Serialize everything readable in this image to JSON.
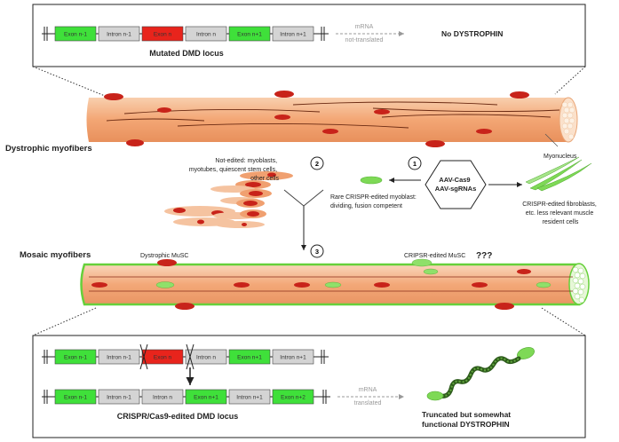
{
  "top_box": {
    "exons": [
      "Exon n-1",
      "Intron n-1",
      "Exon n",
      "Intron n",
      "Exon n+1",
      "Intron n+1"
    ],
    "mrna_label": "mRNA",
    "not_translated": "not-translated",
    "result": "No DYSTROPHIN",
    "caption": "Mutated DMD locus"
  },
  "labels": {
    "dystrophic_myofibers": "Dystrophic myofibers",
    "myonucleus": "Myonucleus",
    "not_edited": "Not-edited: myoblasts,\nmyotubes, quiescent stem cells,\nother cells",
    "rare_edited": "Rare CRISPR-edited myoblast:\ndividing, fusion competent",
    "aav": "AAV-Cas9\nAAV-sgRNAs",
    "fibroblasts": "CRISPR-edited fibroblasts,\netc. less relevant muscle\nresident cells",
    "mosaic_myofibers": "Mosaic myofibers",
    "dystrophic_musc": "Dystrophic MuSC",
    "edited_musc": "CRIPSR-edited MuSC",
    "qqq": "???",
    "step1": "1",
    "step2": "2",
    "step3": "3"
  },
  "bottom_box": {
    "row1": [
      "Exon n-1",
      "Intron n-1",
      "Exon n",
      "Intron n",
      "Exon n+1",
      "Intron n+1"
    ],
    "row2": [
      "Exon n-1",
      "Intron n-1",
      "Intron n",
      "Exon n+1",
      "Intron n+1",
      "Exon n+2"
    ],
    "mrna_label": "mRNA",
    "translated": "translated",
    "caption": "CRISPR/Cas9-edited DMD locus",
    "result": "Truncated but somewhat\nfunctional DYSTROPHIN"
  },
  "colors": {
    "exon_green": "#3fe03a",
    "exon_red": "#e8241c",
    "intron_gray": "#d4d4d4",
    "fiber": "#f2ac7e",
    "nucleus": "#c8231a",
    "edited_green": "#7ed956"
  }
}
